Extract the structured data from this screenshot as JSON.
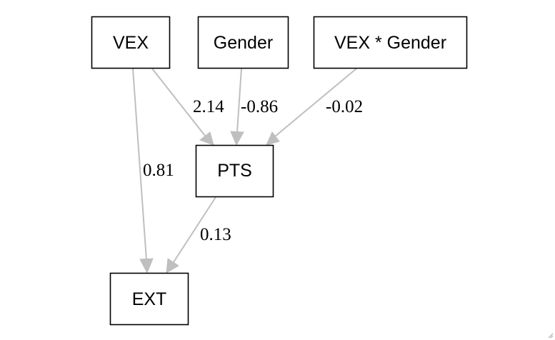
{
  "nodes": [
    {
      "id": "vex",
      "label": "VEX"
    },
    {
      "id": "gender",
      "label": "Gender"
    },
    {
      "id": "vex_gender",
      "label": "VEX * Gender"
    },
    {
      "id": "pts",
      "label": "PTS"
    },
    {
      "id": "ext",
      "label": "EXT"
    }
  ],
  "edges": [
    {
      "from": "vex",
      "to": "pts",
      "label": "2.14"
    },
    {
      "from": "gender",
      "to": "pts",
      "label": "-0.86"
    },
    {
      "from": "vex_gender",
      "to": "pts",
      "label": "-0.02"
    },
    {
      "from": "vex",
      "to": "ext",
      "label": "0.81"
    },
    {
      "from": "pts",
      "to": "ext",
      "label": "0.13"
    }
  ],
  "colors": {
    "edge": "#bfbfbf",
    "node_border": "#000000",
    "background": "#ffffff"
  },
  "icons": {
    "resize_grip": "resize-grip-icon"
  }
}
